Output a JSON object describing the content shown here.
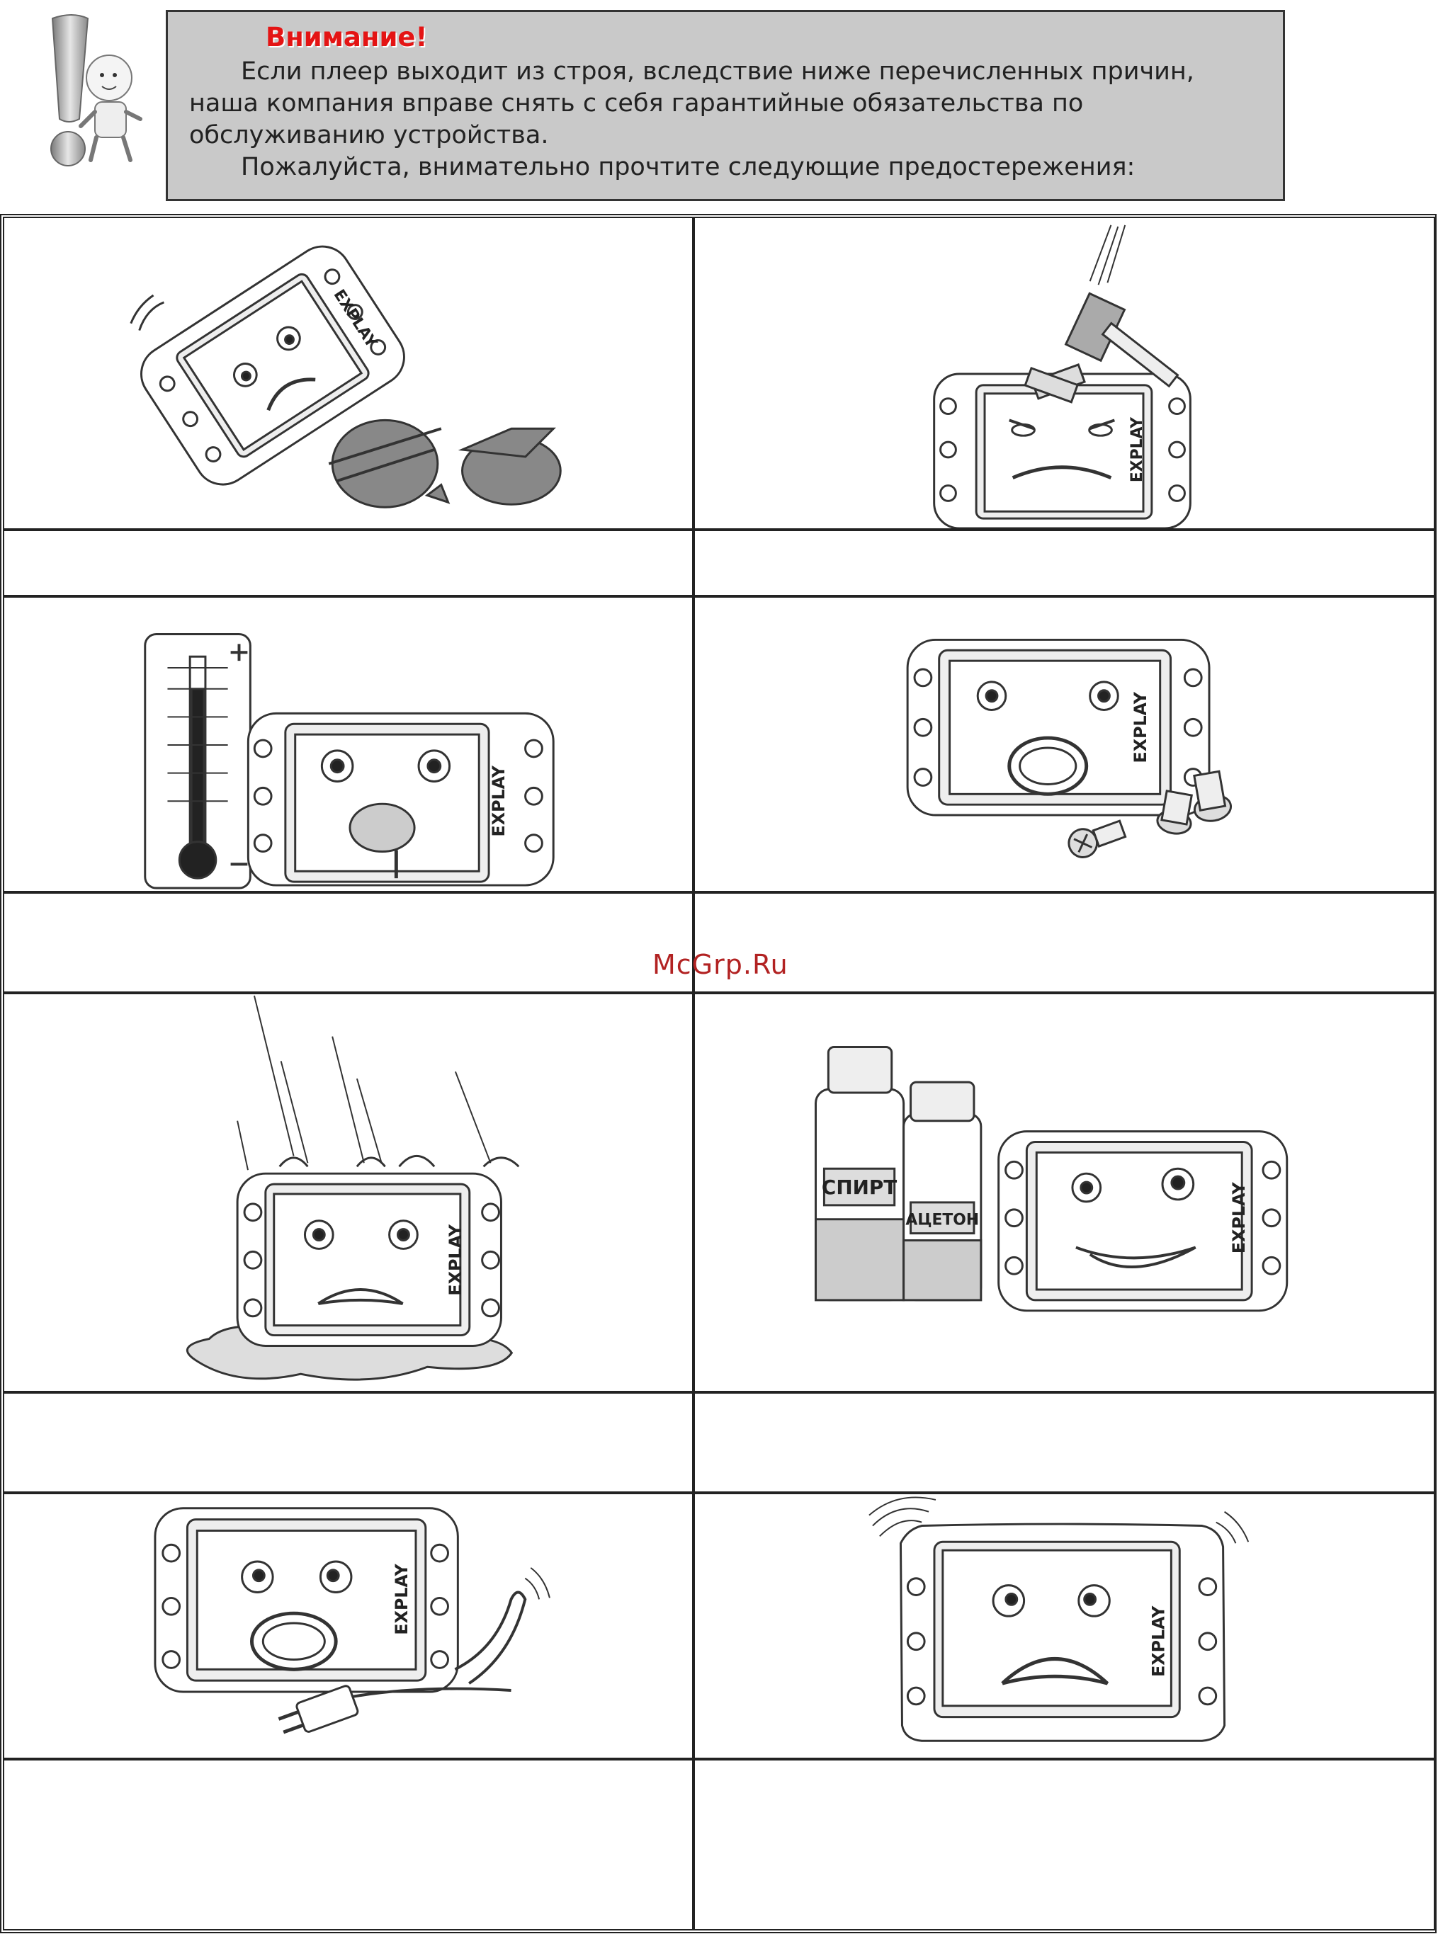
{
  "notice": {
    "title": "Внимание!",
    "paragraph_1": "Если плеер выходит из строя, вследствие ниже перечисленных причин, наша компания вправе снять с себя гарантийные обязательства по обслуживанию устройства.",
    "paragraph_2": "Пожалуйста, внимательно прочтите следующие предостережения:"
  },
  "device": {
    "brand": "EXPLAY"
  },
  "illustrations": {
    "bottle_alcohol": "СПИРТ",
    "bottle_acetone": "АЦЕТОН"
  },
  "captions": [
    "",
    "",
    "",
    "",
    "",
    "",
    "",
    "",
    "",
    ""
  ],
  "watermark": "McGrp.Ru"
}
